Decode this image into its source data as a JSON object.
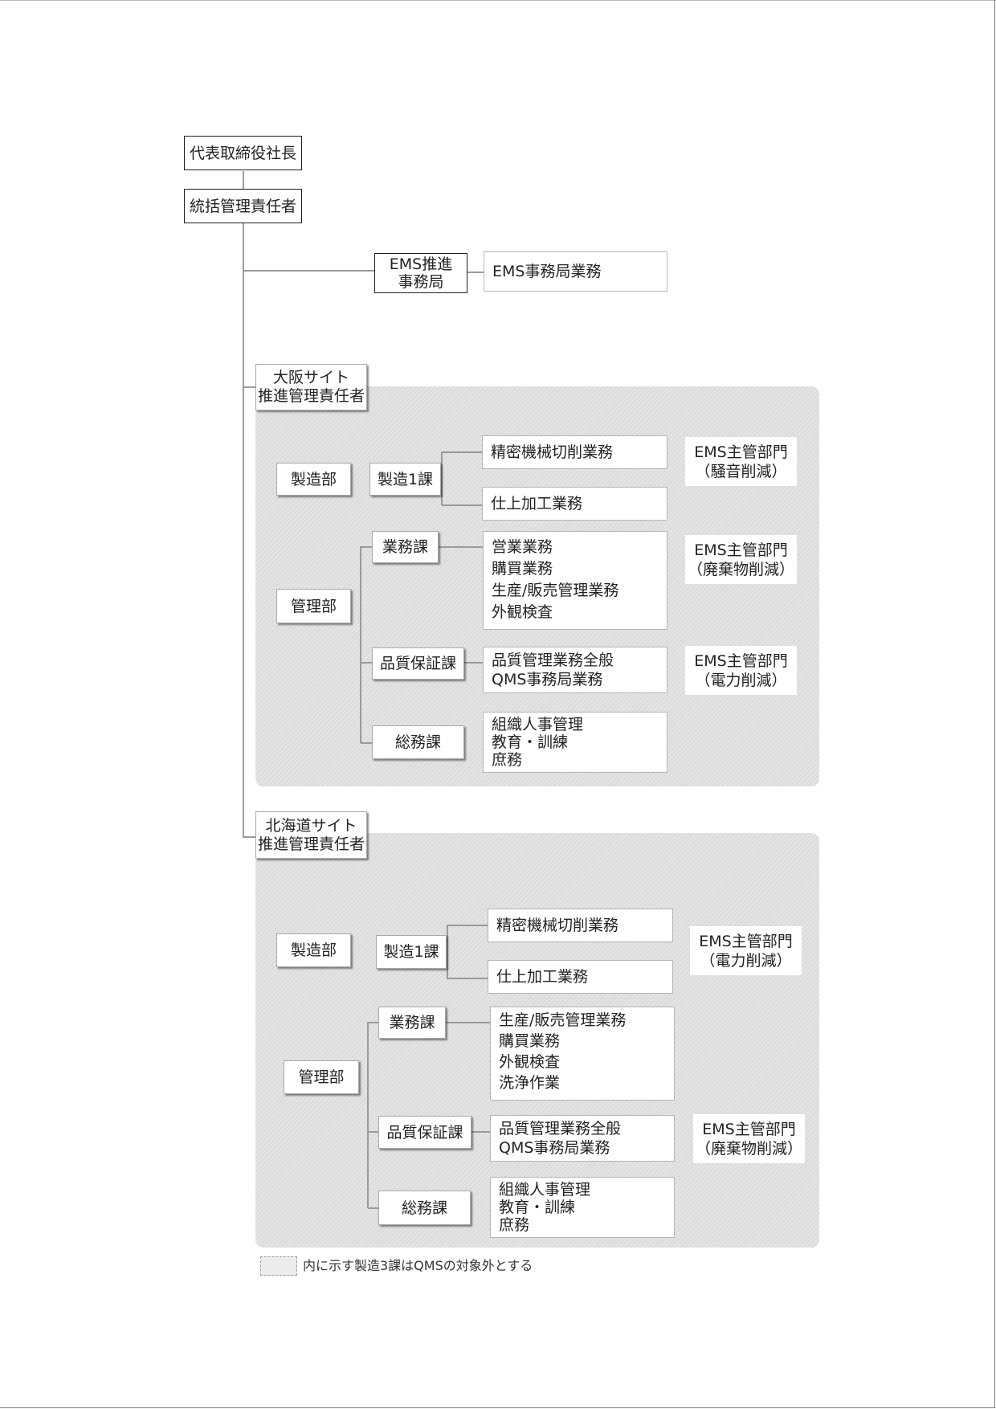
{
  "top": {
    "president": "代表取締役社長",
    "general_manager": "統括管理責任者",
    "ems_office": "EMS推進\n事務局",
    "ems_office_task": "EMS事務局業務"
  },
  "osaka": {
    "site_manager": "大阪サイト\n推進管理責任者",
    "mfg_dept": "製造部",
    "mfg_sec1": "製造1課",
    "task_precision": "精密機械切削業務",
    "task_finishing": "仕上加工業務",
    "ems_mfg": "EMS主管部門\n（騒音削減）",
    "admin_dept": "管理部",
    "business_sec": "業務課",
    "business_tasks": "営業業務\n購買業務\n生産/販売管理業務\n外観検査",
    "ems_business": "EMS主管部門\n（廃棄物削減）",
    "qa_sec": "品質保証課",
    "qa_tasks": "品質管理業務全般\nQMS事務局業務",
    "ems_qa": "EMS主管部門\n（電力削減）",
    "general_sec": "総務課",
    "general_tasks": "組織人事管理\n教育・訓練\n庶務"
  },
  "hokkaido": {
    "site_manager": "北海道サイト\n推進管理責任者",
    "mfg_dept": "製造部",
    "mfg_sec1": "製造1課",
    "task_precision": "精密機械切削業務",
    "task_finishing": "仕上加工業務",
    "ems_mfg": "EMS主管部門\n（電力削減）",
    "admin_dept": "管理部",
    "business_sec": "業務課",
    "business_tasks": "生産/販売管理業務\n購買業務\n外観検査\n洗浄作業",
    "qa_sec": "品質保証課",
    "qa_tasks": "品質管理業務全般\nQMS事務局業務",
    "ems_qa": "EMS主管部門\n（廃棄物削減）",
    "general_sec": "総務課",
    "general_tasks": "組織人事管理\n教育・訓練\n庶務"
  },
  "legend": {
    "text": "内に示す製造3課はQMSの対象外とする"
  }
}
